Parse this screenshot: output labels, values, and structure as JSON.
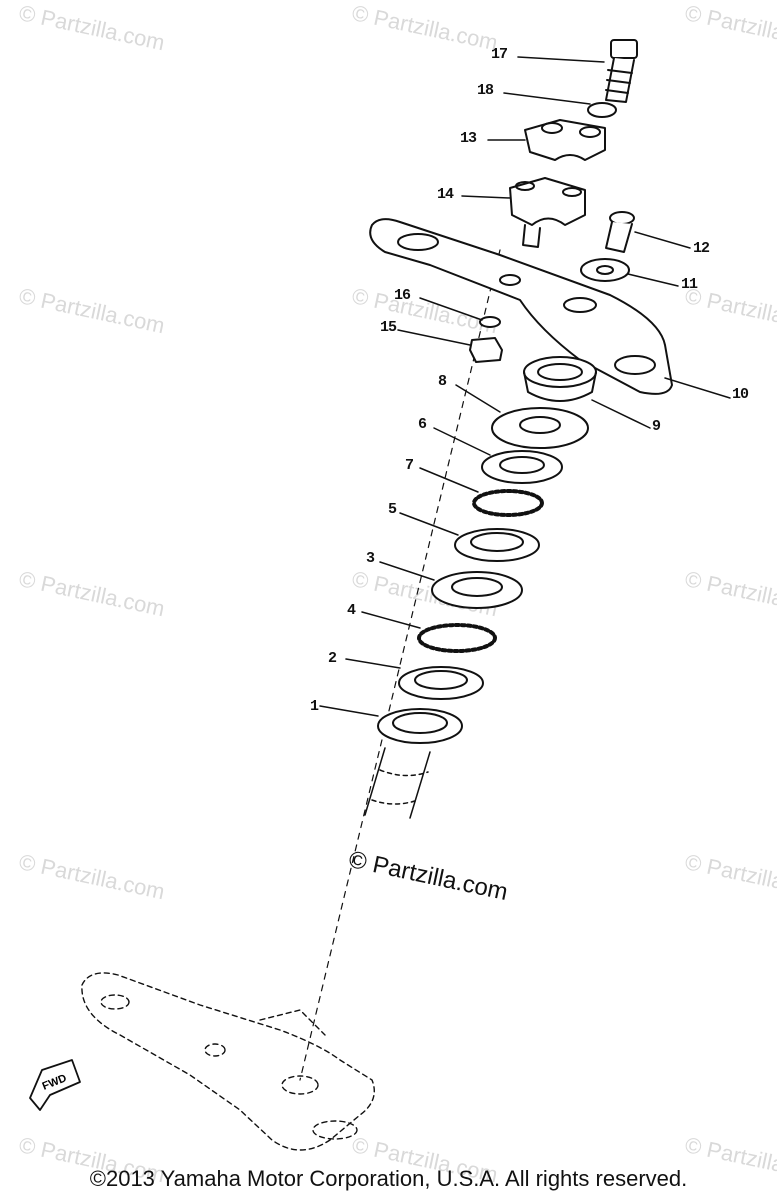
{
  "watermarks": {
    "repeat_text": "© Partzilla.com",
    "center_text": "© Partzilla.com"
  },
  "callouts": [
    "1",
    "2",
    "3",
    "4",
    "5",
    "6",
    "7",
    "8",
    "9",
    "10",
    "11",
    "12",
    "13",
    "14",
    "15",
    "16",
    "17",
    "18"
  ],
  "fwd_label": "FWD",
  "copyright": "©2013 Yamaha Motor Corporation, U.S.A. All rights reserved."
}
